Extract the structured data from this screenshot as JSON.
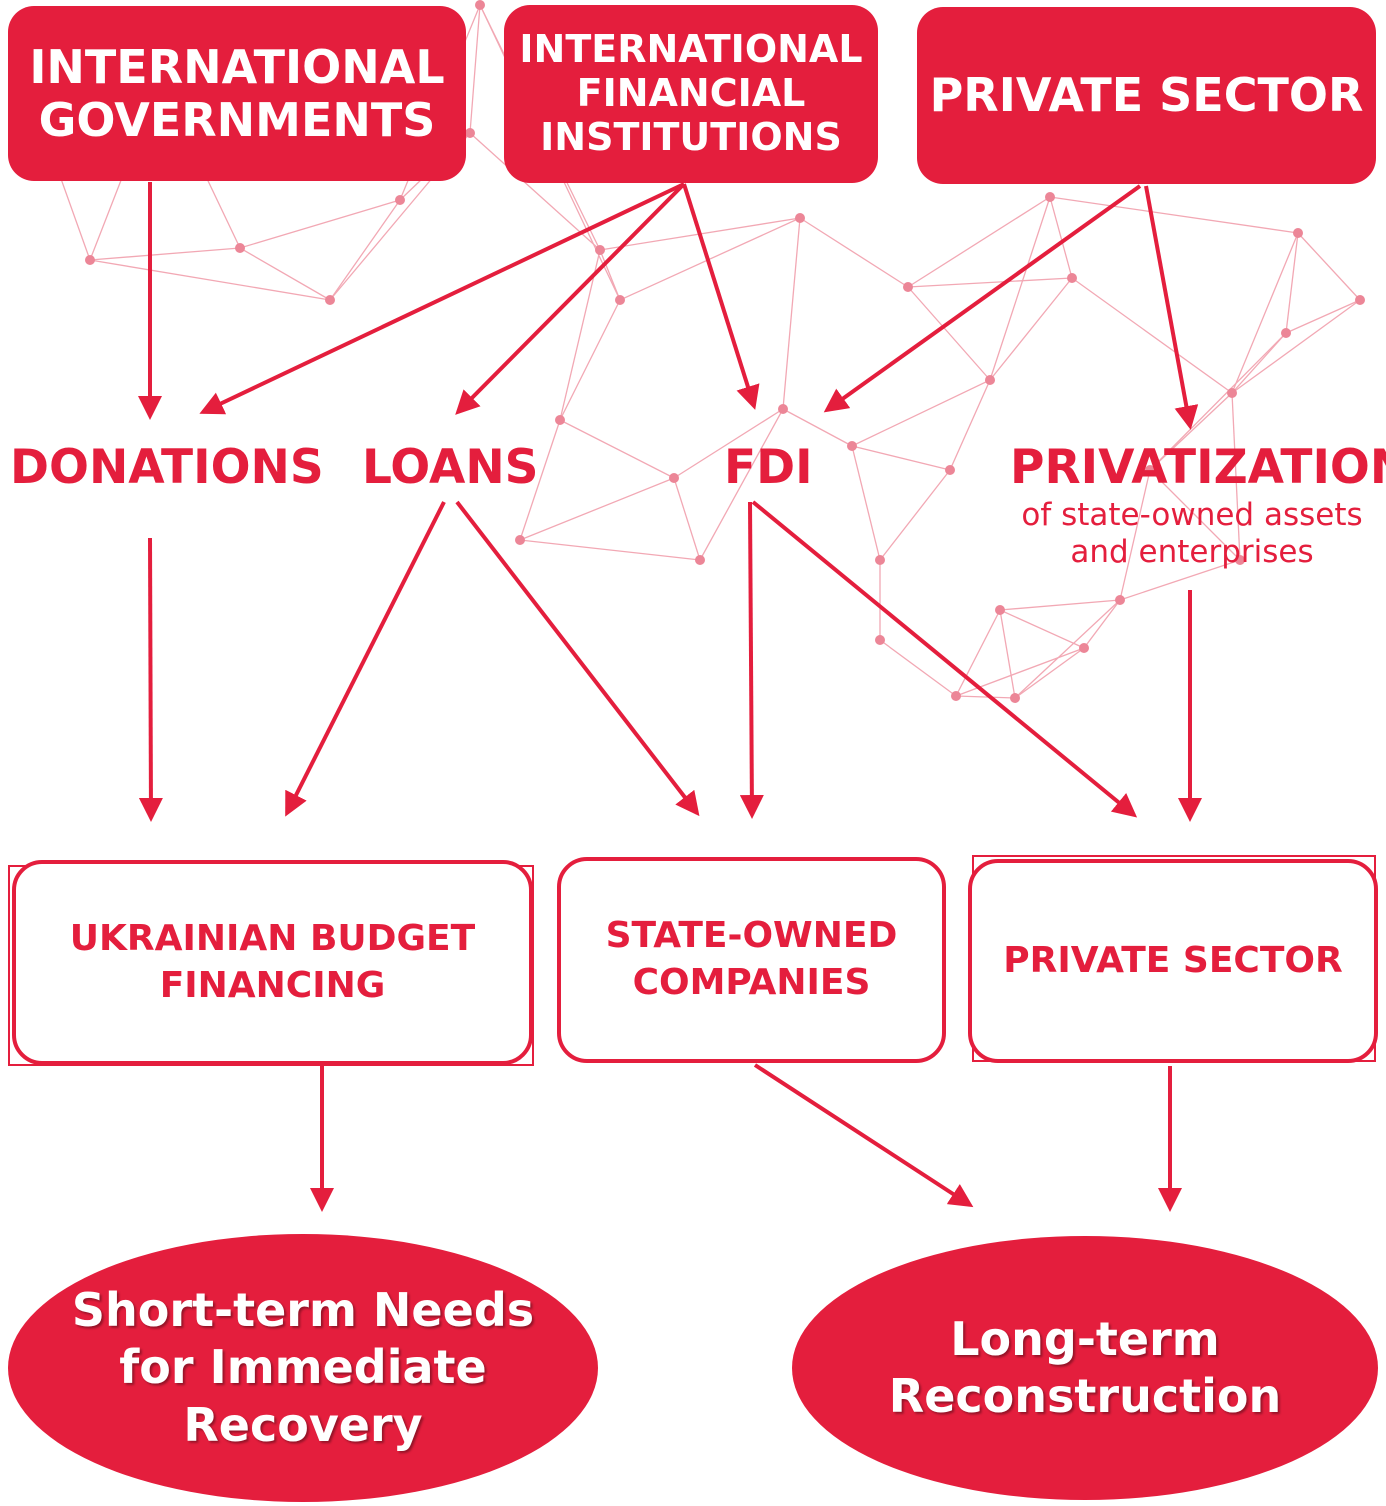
{
  "colors": {
    "accent": "#e41e3d",
    "map_lines": "#f2a8b4"
  },
  "sources": {
    "governments": "INTERNATIONAL\nGOVERNMENTS",
    "ifi": "INTERNATIONAL\nFINANCIAL\nINSTITUTIONS",
    "private": "PRIVATE SECTOR"
  },
  "instruments": {
    "donations": "DONATIONS",
    "loans": "LOANS",
    "fdi": "FDI",
    "privatization": "PRIVATIZATION",
    "privatization_note": "of state-owned assets\nand enterprises"
  },
  "recipients": {
    "budget": "UKRAINIAN BUDGET\nFINANCING",
    "soe": "STATE-OWNED\nCOMPANIES",
    "private": "PRIVATE SECTOR"
  },
  "outcomes": {
    "short_term": "Short-term Needs\nfor Immediate\nRecovery",
    "long_term": "Long-term\nReconstruction"
  }
}
